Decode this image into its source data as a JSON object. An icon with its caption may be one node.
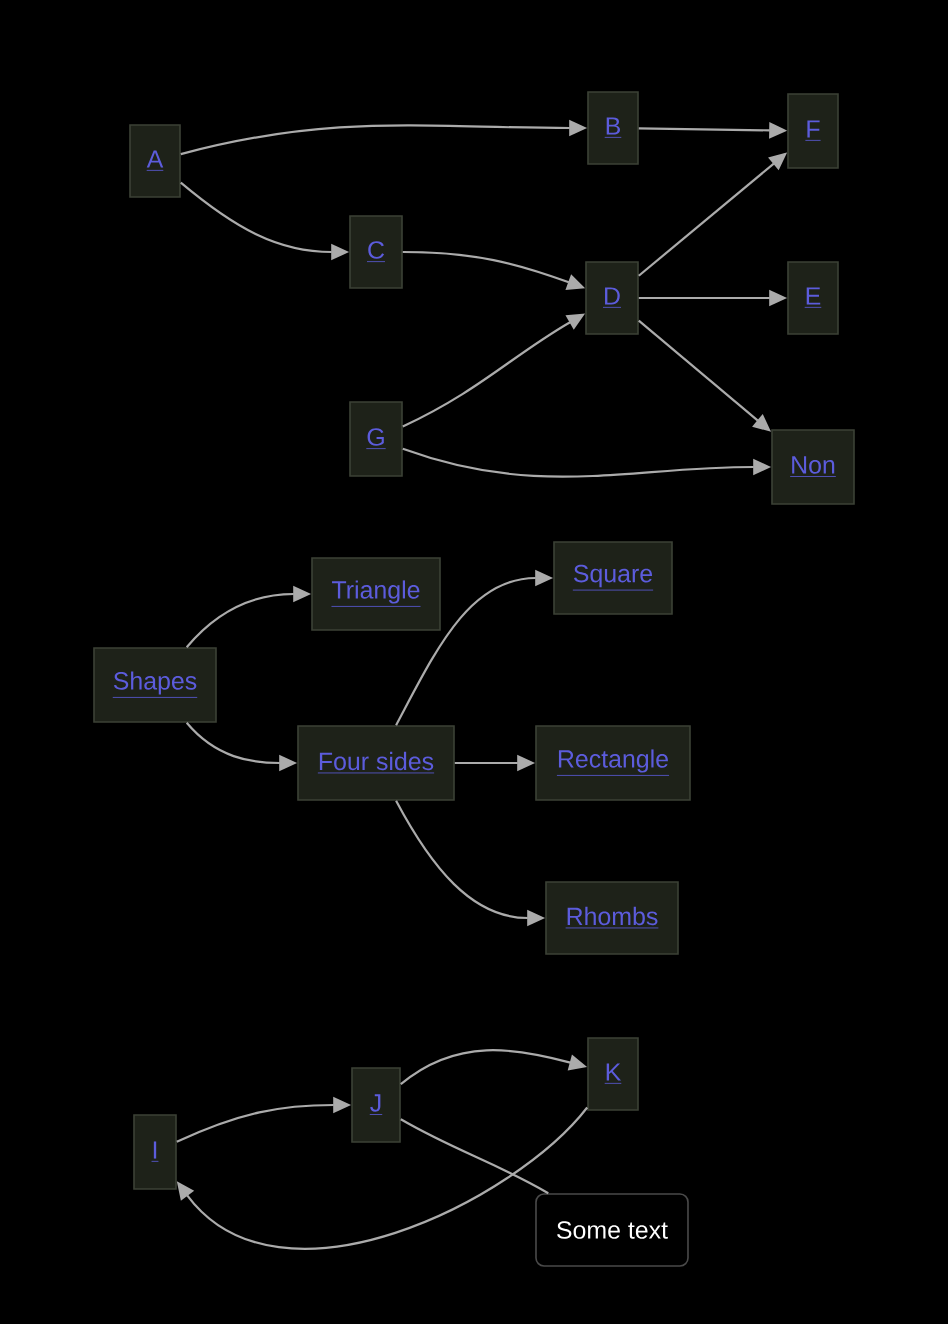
{
  "diagram": {
    "nodes": [
      {
        "text": [
          "A"
        ]
      },
      {
        "text": [
          "B"
        ]
      },
      {
        "text": [
          "F"
        ]
      },
      {
        "text": [
          "C"
        ]
      },
      {
        "text": [
          "D"
        ]
      },
      {
        "text": [
          "E"
        ]
      },
      {
        "text": [
          "G"
        ]
      },
      {
        "text": [
          "Non"
        ]
      },
      {
        "text": [
          "Shapes"
        ]
      },
      {
        "text": [
          "Triangle"
        ]
      },
      {
        "text": [
          "Square"
        ]
      },
      {
        "text": [
          "Four sides"
        ]
      },
      {
        "text": [
          "Rectangle"
        ]
      },
      {
        "text": [
          "Rhombs"
        ]
      },
      {
        "text": [
          "I"
        ]
      },
      {
        "text": [
          "J"
        ]
      },
      {
        "text": [
          "K"
        ]
      },
      {
        "text": [
          "Some text"
        ]
      }
    ],
    "edges": [
      {
        "from": 0,
        "to": 1,
        "arrow": "to"
      },
      {
        "from": 0,
        "to": 3,
        "arrow": "to"
      },
      {
        "from": 1,
        "to": 2,
        "arrow": "to"
      },
      {
        "from": 3,
        "to": 4,
        "arrow": "to"
      },
      {
        "from": 4,
        "to": 2,
        "arrow": "to"
      },
      {
        "from": 4,
        "to": 5,
        "arrow": "to"
      },
      {
        "from": 4,
        "to": 7,
        "arrow": "to"
      },
      {
        "from": 6,
        "to": 4,
        "arrow": "to"
      },
      {
        "from": 6,
        "to": 7,
        "arrow": "to"
      },
      {
        "from": 8,
        "to": 9,
        "arrow": "to"
      },
      {
        "from": 8,
        "to": 11,
        "arrow": "to"
      },
      {
        "from": 11,
        "to": 10,
        "arrow": "to"
      },
      {
        "from": 11,
        "to": 12,
        "arrow": "to"
      },
      {
        "from": 11,
        "to": 13,
        "arrow": "to"
      },
      {
        "from": 14,
        "to": 15,
        "arrow": "to"
      },
      {
        "from": 15,
        "to": 16,
        "arrow": "to"
      },
      {
        "from": 16,
        "to": 14,
        "arrow": "to"
      },
      {
        "from": 15,
        "to": 17,
        "arrow": "none"
      }
    ]
  }
}
